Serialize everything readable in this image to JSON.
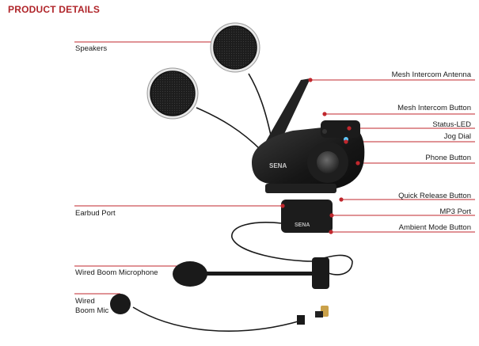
{
  "heading": "PRODUCT DETAILS",
  "colors": {
    "accent": "#b0252a",
    "dot": "#c0272d",
    "line": "#c0272d",
    "device": "#222222"
  },
  "brand": {
    "logo_text": "SENA"
  },
  "labels_left": {
    "speakers": "Speakers",
    "earbud_port": "Earbud Port",
    "wired_boom_microphone": "Wired Boom Microphone",
    "wired_boom_mic_line1": "Wired",
    "wired_boom_mic_line2": "Boom Mic"
  },
  "labels_right": {
    "mesh_intercom_antenna": "Mesh Intercom Antenna",
    "mesh_intercom_button": "Mesh Intercom Button",
    "status_led": "Status-LED",
    "jog_dial": "Jog Dial",
    "phone_button": "Phone Button",
    "quick_release_button": "Quick Release Button",
    "mp3_port": "MP3 Port",
    "ambient_mode_button": "Ambient Mode Button"
  }
}
